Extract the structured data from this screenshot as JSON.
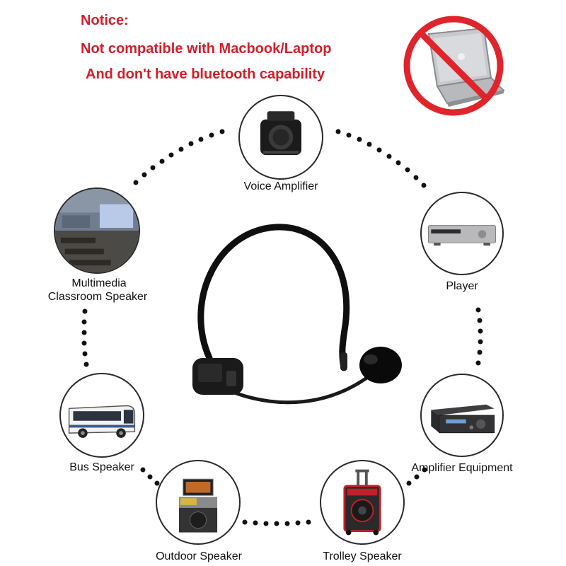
{
  "notice": {
    "title": "Notice:",
    "line1": "Not compatible with Macbook/Laptop",
    "line2": "And don't have bluetooth capability"
  },
  "colors": {
    "notice_red": "#d0202a",
    "prohibit_red": "#e0242c",
    "dot_color": "#111111",
    "circle_border": "#2a2a2a"
  },
  "prohibited_icon": "no-laptop-icon",
  "headset_icon": "wireless-headset-microphone-icon",
  "devices": [
    {
      "id": "voice-amplifier",
      "label": "Voice Amplifier",
      "icon": "voice-amplifier-icon"
    },
    {
      "id": "player",
      "label": "Player",
      "icon": "player-icon"
    },
    {
      "id": "amplifier-equipment",
      "label": "Amplifier Equipment",
      "icon": "amplifier-icon"
    },
    {
      "id": "trolley-speaker",
      "label": "Trolley Speaker",
      "icon": "trolley-speaker-icon"
    },
    {
      "id": "outdoor-speaker",
      "label": "Outdoor Speaker",
      "icon": "outdoor-speaker-icon"
    },
    {
      "id": "bus-speaker",
      "label": "Bus Speaker",
      "icon": "bus-icon"
    },
    {
      "id": "multimedia-classroom-speaker",
      "label_line1": "Multimedia",
      "label_line2": "Classroom Speaker",
      "icon": "classroom-icon"
    }
  ]
}
